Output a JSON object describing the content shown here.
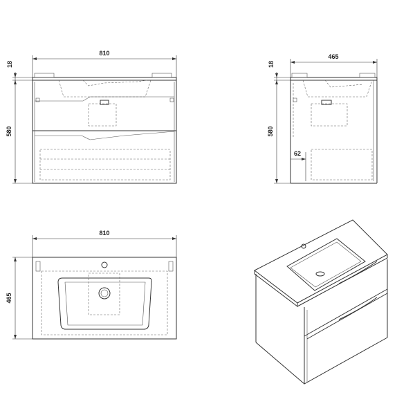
{
  "front_view": {
    "width_label": "810",
    "top_thickness_label": "18",
    "height_label": "580"
  },
  "side_view": {
    "depth_label": "465",
    "top_thickness_label": "18",
    "height_label": "580",
    "offset_label": "62"
  },
  "top_view": {
    "width_label": "810",
    "depth_label": "465"
  },
  "colors": {
    "line": "#333333",
    "background": "#ffffff"
  }
}
